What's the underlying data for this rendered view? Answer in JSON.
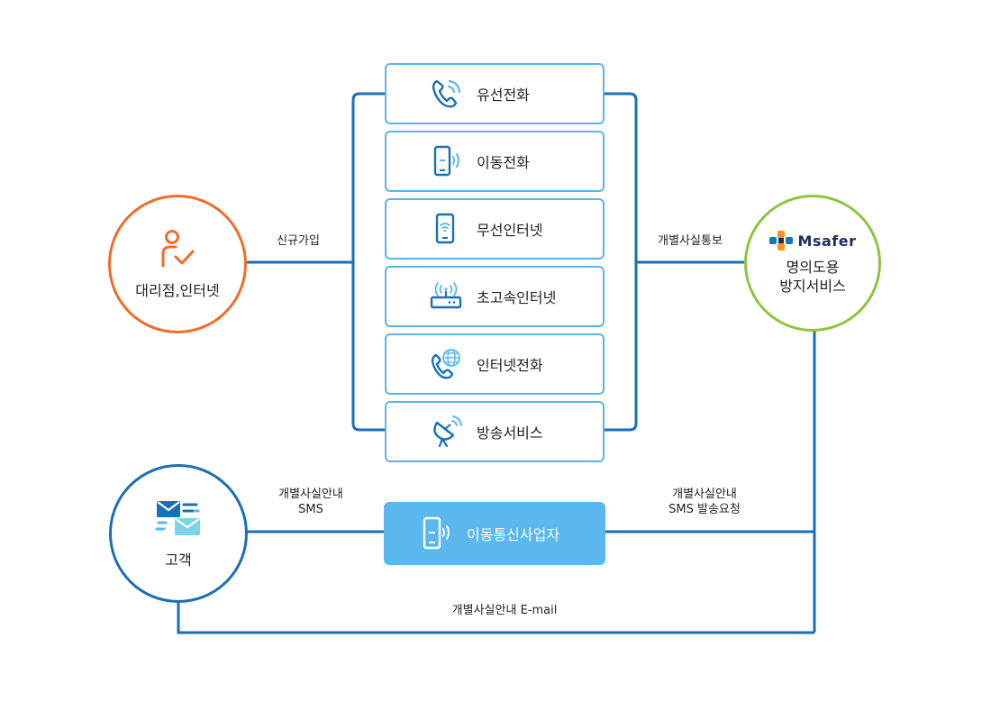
{
  "nodes": {
    "agency": {
      "label": "대리점,인터넷"
    },
    "msafer": {
      "brand": "Msafer",
      "label": "명의도용\n방지서비스"
    },
    "customer": {
      "label": "고객"
    },
    "carrier": {
      "label": "이동통신사업자"
    }
  },
  "services": [
    {
      "label": "유선전화",
      "icon": "wired-phone-icon"
    },
    {
      "label": "이동전화",
      "icon": "mobile-phone-icon"
    },
    {
      "label": "무선인터넷",
      "icon": "wireless-internet-icon"
    },
    {
      "label": "초고속인터넷",
      "icon": "router-icon"
    },
    {
      "label": "인터넷전화",
      "icon": "internet-phone-icon"
    },
    {
      "label": "방송서비스",
      "icon": "satellite-dish-icon"
    }
  ],
  "edges": {
    "signup": "신규가입",
    "notify": "개별사실통보",
    "sms_customer": "개별사실안내\nSMS",
    "sms_request": "개별사실안내\nSMS 발송요청",
    "email": "개별사실안내 E-mail"
  },
  "colors": {
    "line": "#1a6fb5",
    "box_border": "#5ab4ea",
    "carrier_fill": "#5ab8ef",
    "agency_accent": "#ef6d2a",
    "msafer_accent": "#8cc63f"
  }
}
